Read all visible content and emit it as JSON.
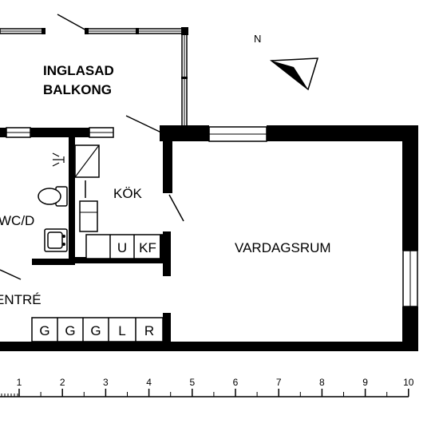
{
  "rooms": {
    "balcony_line1": "INGLASAD",
    "balcony_line2": "BALKONG",
    "kitchen": "KÖK",
    "wc": "WC/D",
    "living": "VARDAGSRUM",
    "entry": "ENTRÉ"
  },
  "compass": {
    "label": "N",
    "icon": "north-arrow-icon"
  },
  "kitchen_units": [
    "U",
    "KF"
  ],
  "entry_units": [
    "G",
    "G",
    "G",
    "L",
    "R"
  ],
  "scale": {
    "labels": [
      "1",
      "2",
      "3",
      "4",
      "5",
      "6",
      "7",
      "8",
      "9",
      "10"
    ]
  },
  "colors": {
    "wall": "#000000",
    "background": "#ffffff"
  }
}
